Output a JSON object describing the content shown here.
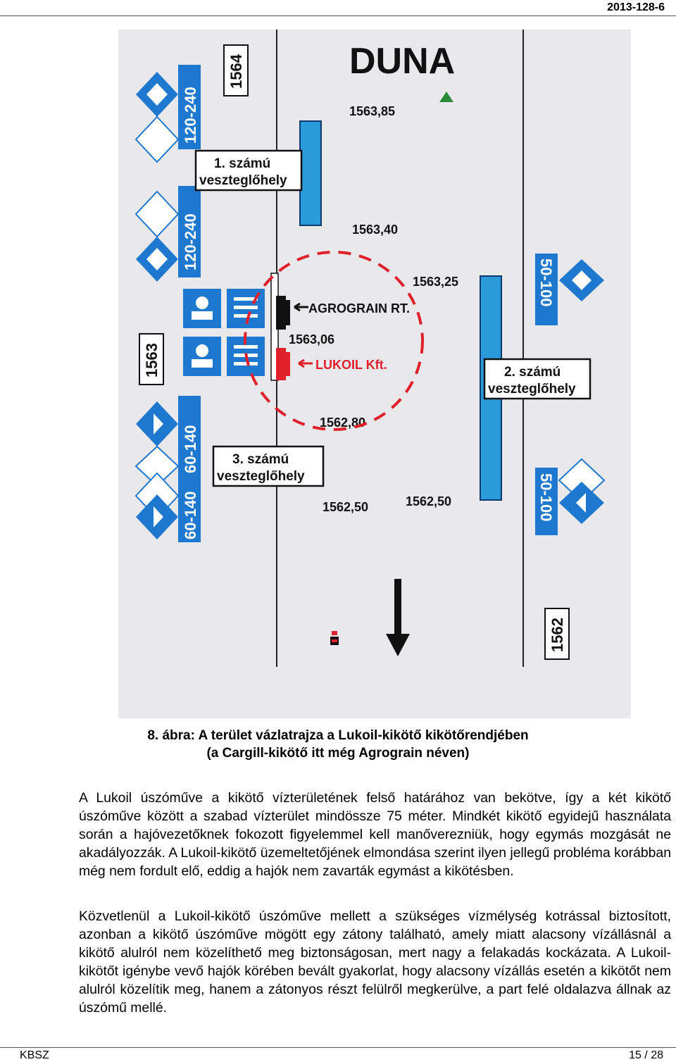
{
  "header": {
    "doc_code": "2013-128-6"
  },
  "figure": {
    "title": "DUNA",
    "km_markers": [
      "1564",
      "1563",
      "1562"
    ],
    "speed_signs": [
      "120-240",
      "120-240",
      "60-140",
      "60-140",
      "50-100",
      "50-100"
    ],
    "anchorage_labels": [
      {
        "line1": "1. számú",
        "line2": "veszteglőhely"
      },
      {
        "line1": "2. számú",
        "line2": "veszteglőhely"
      },
      {
        "line1": "3. számú",
        "line2": "veszteglőhely"
      }
    ],
    "points": [
      "1563,85",
      "1563,40",
      "1563,25",
      "1563,06",
      "1562,80",
      "1562,50",
      "1562,50"
    ],
    "ports": {
      "agrograin": "AGROGRAIN RT.",
      "lukoil": "LUKOIL Kft."
    },
    "colors": {
      "blue": "#1e78d0",
      "ship_blue": "#2a9ad8",
      "red": "#e0202a",
      "dark": "#111111",
      "bg": "#e9e9ec",
      "green": "#2a8a3a"
    }
  },
  "caption": {
    "line1": "8. ábra: A terület vázlatrajza a Lukoil-kikötő kikötőrendjében",
    "line2": "(a Cargill-kikötő itt még Agrograin néven)"
  },
  "paragraphs": [
    "A Lukoil úszóműve a kikötő vízterületének felső határához van bekötve, így a két kikötő úszóműve között a szabad vízterület mindössze 75 méter. Mindkét kikötő egyidejű használata során a hajóvezetőknek fokozott figyelemmel kell manőverezniük, hogy egymás mozgását ne akadályozzák. A Lukoil-kikötő üzemeltetőjének elmondása szerint ilyen jellegű probléma korábban még nem fordult elő, eddig a hajók nem zavarták egymást a kikötésben.",
    "Közvetlenül a Lukoil-kikötő úszóműve mellett a szükséges vízmélység kotrással biztosított, azonban a kikötő úszóműve mögött egy zátony található, amely miatt alacsony vízállásnál a kikötő alulról nem közelíthető meg biztonságosan, mert nagy a felakadás kockázata. A Lukoil-kikötőt igénybe vevő hajók körében bevált gyakorlat, hogy alacsony vízállás esetén a kikötőt nem alulról közelítik meg, hanem a zátonyos részt felülről megkerülve, a part felé oldalazva állnak az úszómű mellé."
  ],
  "footer": {
    "left": "KBSZ",
    "right": "15 / 28"
  }
}
